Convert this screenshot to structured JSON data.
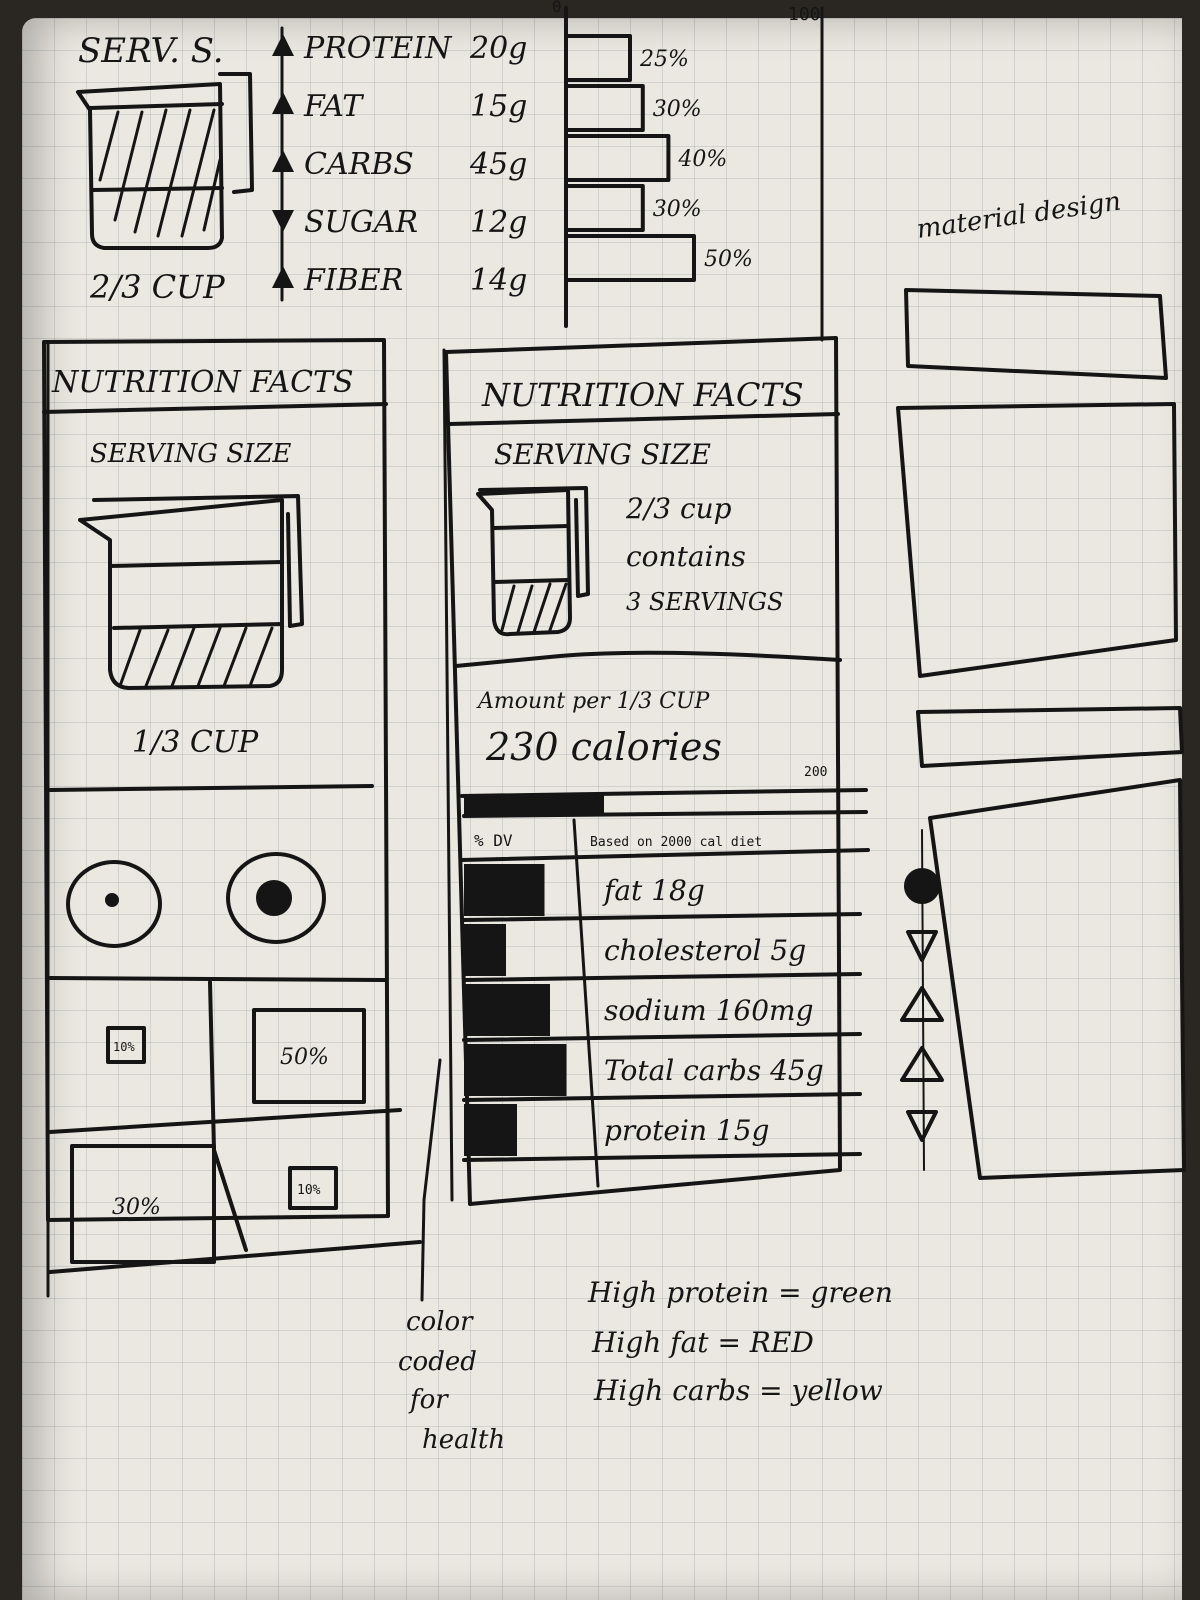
{
  "top_serving": {
    "title": "SERV. S.",
    "amount": "2/3 CUP"
  },
  "top_nutrients": [
    {
      "label": "PROTEIN",
      "value": "20g",
      "trend": "up"
    },
    {
      "label": "FAT",
      "value": "15g",
      "trend": "up"
    },
    {
      "label": "CARBS",
      "value": "45g",
      "trend": "up"
    },
    {
      "label": "SUGAR",
      "value": "12g",
      "trend": "down"
    },
    {
      "label": "FIBER",
      "value": "14g",
      "trend": "up"
    }
  ],
  "top_bars": {
    "axis_min": "0",
    "axis_max": "100",
    "bars": [
      {
        "label": "25%",
        "value": 25
      },
      {
        "label": "30%",
        "value": 30
      },
      {
        "label": "40%",
        "value": 40
      },
      {
        "label": "30%",
        "value": 30
      },
      {
        "label": "50%",
        "value": 50
      }
    ]
  },
  "left_card": {
    "title": "NUTRITION FACTS",
    "serving_label": "SERVING SIZE",
    "serving_amount": "1/3 CUP",
    "tiles": [
      "10%",
      "50%",
      "30%",
      "10%"
    ]
  },
  "center_card": {
    "title": "NUTRITION FACTS",
    "serving_label": "SERVING SIZE",
    "serving_line1": "2/3 cup",
    "serving_line2": "contains",
    "serving_line3": "3 SERVINGS",
    "amount_per": "Amount per 1/3 CUP",
    "calories": "230 calories",
    "calorie_mark": "200",
    "dv_label": "% DV",
    "dv_note": "Based on 2000 cal diet",
    "rows": [
      {
        "label": "fat 18g",
        "fill": 0.55,
        "indicator": "dot"
      },
      {
        "label": "cholesterol 5g",
        "fill": 0.2,
        "indicator": "down"
      },
      {
        "label": "sodium 160mg",
        "fill": 0.6,
        "indicator": "up"
      },
      {
        "label": "Total carbs 45g",
        "fill": 0.75,
        "indicator": "up"
      },
      {
        "label": "protein 15g",
        "fill": 0.3,
        "indicator": "down"
      }
    ]
  },
  "right_mock": {
    "title": "material design"
  },
  "notes": {
    "side_label": [
      "color",
      "coded",
      "for",
      "health"
    ],
    "legend": [
      "High protein = green",
      "High fat = RED",
      "High carbs = yellow"
    ]
  },
  "colors": {
    "ink": "#151515",
    "paper": "#ebe8e1",
    "grid": "#9aa3ab"
  }
}
